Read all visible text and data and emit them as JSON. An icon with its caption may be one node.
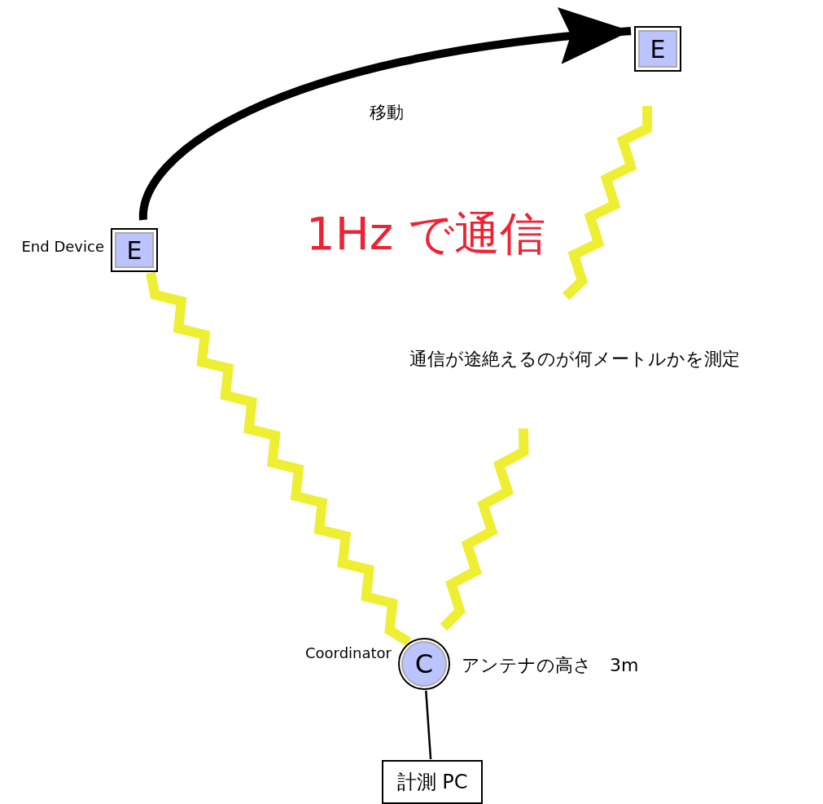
{
  "diagram": {
    "nodes": [
      {
        "text": [
          "E"
        ],
        "beside": [
          "End Device"
        ]
      },
      {
        "text": [
          "E"
        ]
      },
      {
        "text": [
          "C"
        ],
        "beside": [
          "Coordinator",
          "アンテナの高さ　3m"
        ]
      },
      {
        "text": [
          "計測 PC"
        ]
      }
    ],
    "edges": [
      {
        "from": 0,
        "to": 1,
        "arrow": "to",
        "label": "移動"
      },
      {
        "from": 0,
        "to": 2,
        "arrow": "none",
        "color": "#eeee33"
      },
      {
        "from": 2,
        "to": 3,
        "arrow": "none"
      }
    ],
    "labels": [
      "1Hz で通信",
      "通信が途絶えるのが何メートルかを測定"
    ]
  }
}
